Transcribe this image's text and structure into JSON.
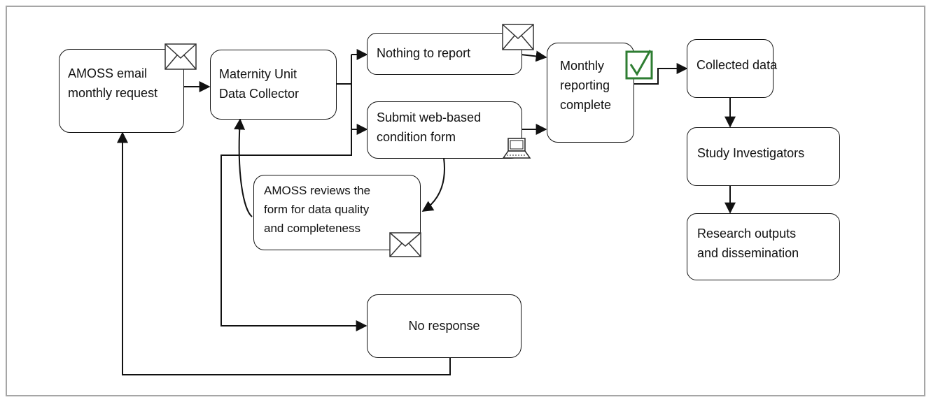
{
  "nodes": {
    "amoss_request": {
      "lines": [
        "AMOSS email",
        "monthly request"
      ]
    },
    "data_collector": {
      "lines": [
        "Maternity Unit",
        "Data Collector"
      ]
    },
    "nothing_to_report": {
      "lines": [
        "Nothing to report"
      ]
    },
    "submit_form": {
      "lines": [
        "Submit web-based",
        "condition form"
      ]
    },
    "reporting_complete": {
      "lines": [
        "Monthly",
        "reporting",
        "complete"
      ]
    },
    "amoss_reviews": {
      "lines": [
        "AMOSS reviews the",
        "form for data quality",
        "and completeness"
      ]
    },
    "no_response": {
      "lines": [
        "No response"
      ]
    },
    "collected_data": {
      "lines": [
        "Collected data"
      ]
    },
    "study_investigators": {
      "lines": [
        "Study Investigators"
      ]
    },
    "research_outputs": {
      "lines": [
        "Research outputs",
        "and dissemination"
      ]
    }
  },
  "icons": {
    "envelope": "envelope-icon",
    "laptop": "laptop-icon",
    "checkbox": "checkbox-tick-icon",
    "checkbox_color": "#2e7d32"
  }
}
